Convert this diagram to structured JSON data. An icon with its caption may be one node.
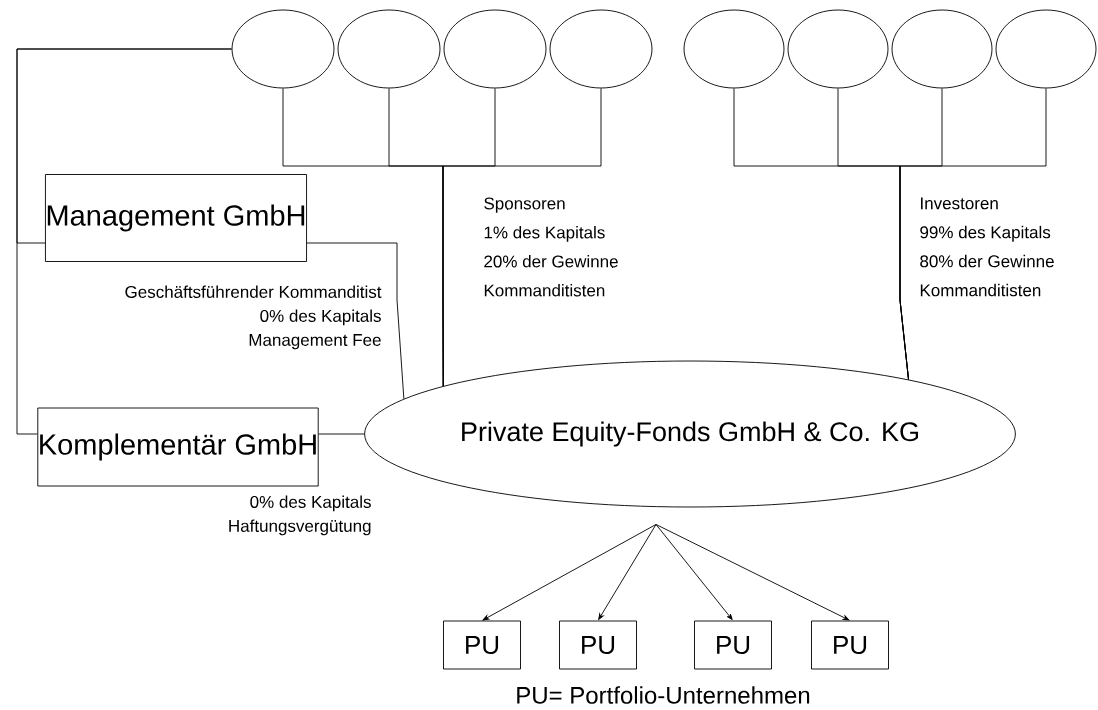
{
  "diagram": {
    "nodes": [
      {
        "text": [],
        "shape": "circle"
      },
      {
        "text": [],
        "shape": "circle"
      },
      {
        "text": [],
        "shape": "circle"
      },
      {
        "text": [],
        "shape": "circle"
      },
      {
        "text": [],
        "shape": "circle"
      },
      {
        "text": [],
        "shape": "circle"
      },
      {
        "text": [],
        "shape": "circle"
      },
      {
        "text": [],
        "shape": "circle"
      },
      {
        "text": [
          "Management GmbH"
        ],
        "beside": [
          "Geschäftsführender Kommanditist",
          "0% des Kapitals",
          "Management Fee"
        ]
      },
      {
        "text": [
          "Komplementär GmbH"
        ],
        "beside": [
          "0% des Kapitals",
          "Haftungsvergütung"
        ]
      },
      {
        "text": [
          "Private Equity-Fonds GmbH & Co. KG"
        ]
      },
      {
        "text": [
          "PU"
        ]
      },
      {
        "text": [
          "PU"
        ]
      },
      {
        "text": [
          "PU"
        ]
      },
      {
        "text": [
          "PU"
        ]
      }
    ],
    "edges": [
      {
        "from": 0,
        "to": 10,
        "arrow": "none"
      },
      {
        "from": 1,
        "to": 10,
        "arrow": "none"
      },
      {
        "from": 2,
        "to": 10,
        "arrow": "none"
      },
      {
        "from": 3,
        "to": 10,
        "arrow": "none"
      },
      {
        "from": 4,
        "to": 10,
        "arrow": "none"
      },
      {
        "from": 5,
        "to": 10,
        "arrow": "none"
      },
      {
        "from": 6,
        "to": 10,
        "arrow": "none"
      },
      {
        "from": 7,
        "to": 10,
        "arrow": "none"
      },
      {
        "from": 0,
        "to": 8,
        "arrow": "none"
      },
      {
        "from": 0,
        "to": 9,
        "arrow": "none"
      },
      {
        "from": 8,
        "to": 10,
        "arrow": "none"
      },
      {
        "from": 9,
        "to": 10,
        "arrow": "none"
      },
      {
        "from": 10,
        "to": 11,
        "arrow": "to"
      },
      {
        "from": 10,
        "to": 12,
        "arrow": "to"
      },
      {
        "from": 10,
        "to": 13,
        "arrow": "to"
      },
      {
        "from": 10,
        "to": 14,
        "arrow": "to"
      }
    ],
    "labels": [
      "Sponsoren",
      "1% des Kapitals",
      "20% der Gewinne",
      "Kommanditisten",
      "Investoren",
      "99% des Kapitals",
      "80% der Gewinne",
      "Kommanditisten",
      "PU= Portfolio-Unternehmen"
    ]
  }
}
